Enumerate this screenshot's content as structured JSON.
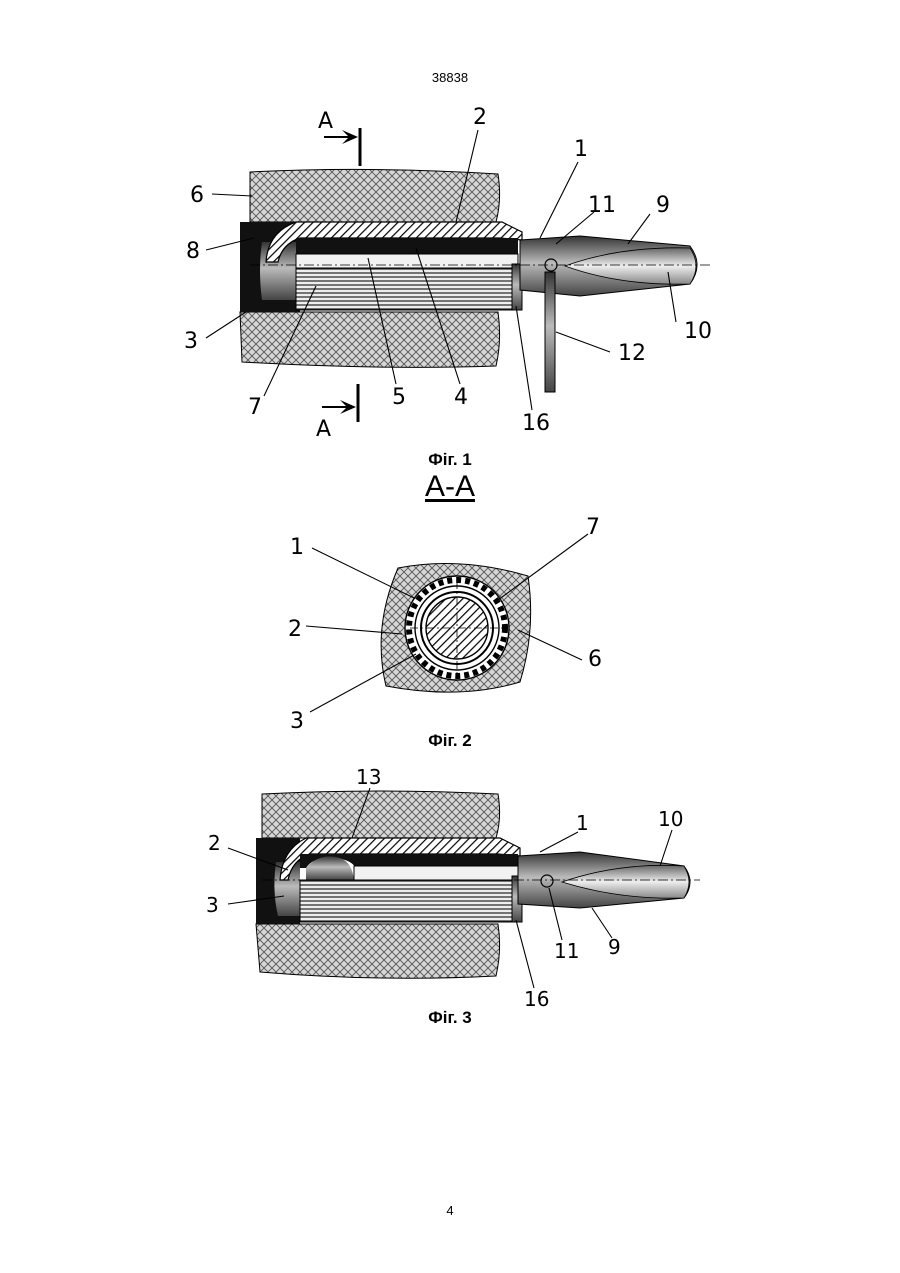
{
  "document_number": "38838",
  "page_number": "4",
  "figure1": {
    "caption": "Фіг. 1",
    "section_mark": "A",
    "labels": {
      "l1": "1",
      "l2": "2",
      "l3": "3",
      "l4": "4",
      "l5": "5",
      "l6": "6",
      "l7": "7",
      "l8": "8",
      "l9": "9",
      "l10": "10",
      "l11": "11",
      "l12": "12",
      "l16": "16"
    }
  },
  "figure2": {
    "section_title": "A-A",
    "caption": "Фіг. 2",
    "labels": {
      "l1": "1",
      "l2": "2",
      "l3": "3",
      "l6": "6",
      "l7": "7"
    }
  },
  "figure3": {
    "caption": "Фіг. 3",
    "labels": {
      "l1": "1",
      "l2": "2",
      "l3": "3",
      "l9": "9",
      "l10": "10",
      "l11": "11",
      "l13": "13",
      "l16": "16"
    }
  },
  "colors": {
    "ink": "#000000",
    "hatch_fill": "#c9c9c9",
    "paper": "#ffffff"
  }
}
